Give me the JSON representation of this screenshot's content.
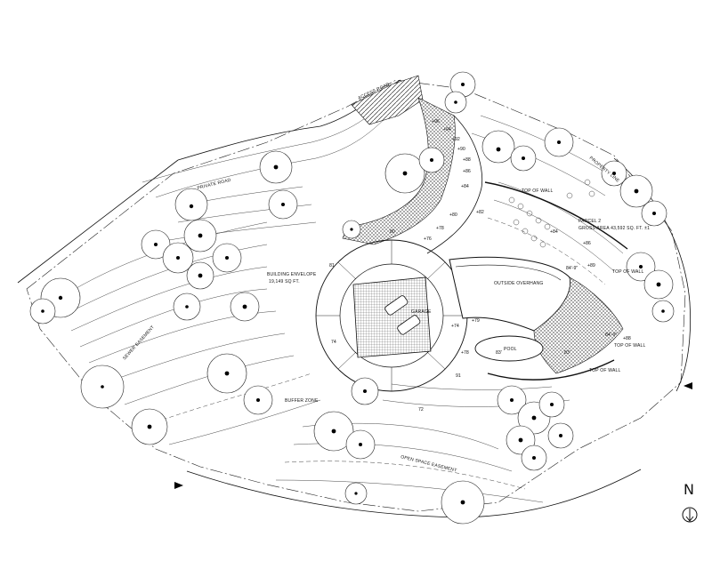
{
  "labels": {
    "private_road": "PRIVATE ROAD",
    "access_road": "ACCESS ROAD",
    "property_line": "PROPERTY LINE",
    "parcel": "PARCEL 2",
    "gross_area": "GROSS AREA 43,592 SQ. FT. ±1",
    "building_envelope": "BUILDING ENVELOPE",
    "building_area": "19,149 SQ FT.",
    "sewer_easement": "SEWER EASEMENT",
    "buffer_zone": "BUFFER ZONE",
    "open_space_easement": "OPEN SPACE EASEMENT",
    "garage": "GARAGE",
    "pool": "POOL",
    "top_of_wall": "TOP OF WALL",
    "overhang": "OUTSIDE OVERHANG",
    "north": "N"
  },
  "elevations": {
    "driveway": [
      "+96",
      "+94",
      "+92",
      "+90",
      "+88",
      "+86",
      "+84",
      "+82",
      "+80",
      "+78",
      "+76"
    ],
    "east": [
      "+84",
      "+86",
      "84'-9\"",
      "+89",
      "84'-9\"",
      "+88"
    ],
    "pool_area": [
      "+79",
      "+74",
      "+78",
      "83'",
      "83'"
    ],
    "contours": [
      "80",
      "81",
      "74",
      "72",
      "91"
    ]
  },
  "colors": {
    "ink": "#111111",
    "paper": "#ffffff"
  }
}
